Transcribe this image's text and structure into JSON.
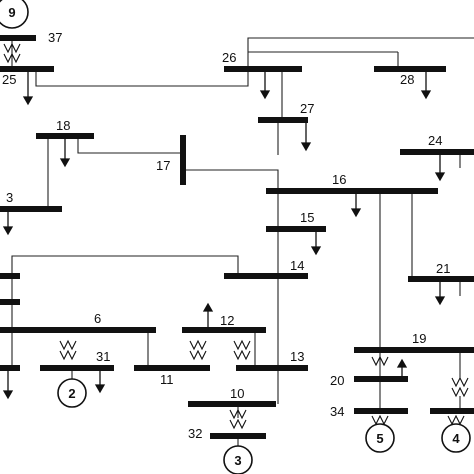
{
  "buses": [
    {
      "id": "37",
      "label": "37"
    },
    {
      "id": "25",
      "label": "25"
    },
    {
      "id": "26",
      "label": "26"
    },
    {
      "id": "28",
      "label": "28"
    },
    {
      "id": "27",
      "label": "27"
    },
    {
      "id": "18",
      "label": "18"
    },
    {
      "id": "17",
      "label": "17"
    },
    {
      "id": "24",
      "label": "24"
    },
    {
      "id": "3",
      "label": "3"
    },
    {
      "id": "16",
      "label": "16"
    },
    {
      "id": "15",
      "label": "15"
    },
    {
      "id": "14",
      "label": "14"
    },
    {
      "id": "21",
      "label": "21"
    },
    {
      "id": "6",
      "label": "6"
    },
    {
      "id": "12",
      "label": "12"
    },
    {
      "id": "19",
      "label": "19"
    },
    {
      "id": "31",
      "label": "31"
    },
    {
      "id": "13",
      "label": "13"
    },
    {
      "id": "11",
      "label": "11"
    },
    {
      "id": "20",
      "label": "20"
    },
    {
      "id": "10",
      "label": "10"
    },
    {
      "id": "34",
      "label": "34"
    },
    {
      "id": "32",
      "label": "32"
    }
  ],
  "generators": [
    {
      "id": "9",
      "label": "9"
    },
    {
      "id": "2",
      "label": "2"
    },
    {
      "id": "5",
      "label": "5"
    },
    {
      "id": "4",
      "label": "4"
    },
    {
      "id": "3",
      "label": "3"
    }
  ]
}
